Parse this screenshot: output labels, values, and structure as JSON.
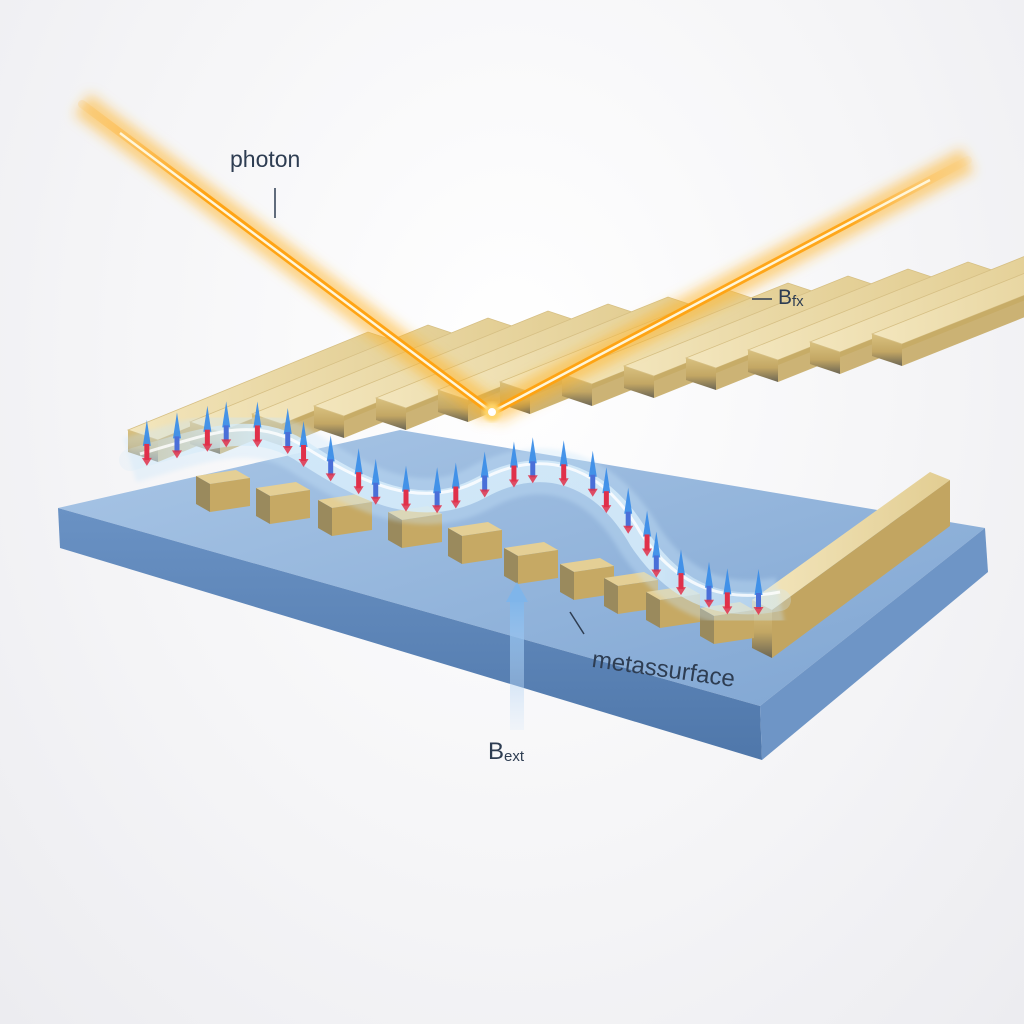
{
  "labels": {
    "photon": "photon",
    "b_fx_main": "B",
    "b_fx_sub": "fx",
    "metasurface": "metassurface",
    "b_ext_main": "B",
    "b_ext_sub": "ext"
  },
  "colors": {
    "background": "#f4f4f6",
    "substrate_top": "#8fb4dc",
    "substrate_side": "#5f86b8",
    "bar_top": "#e9d8a6",
    "bar_side": "#c9ad6c",
    "bar_base": "#6f6a58",
    "beam": "#ffad1f",
    "beam_core": "#fff6d8",
    "wave": "#bfe0f4",
    "spin_up": "#3c8ee8",
    "spin_down": "#e0304a",
    "text": "#2e3d52"
  },
  "icons": [
    "photon-beam",
    "spin-arrow",
    "field-arrow-up"
  ]
}
